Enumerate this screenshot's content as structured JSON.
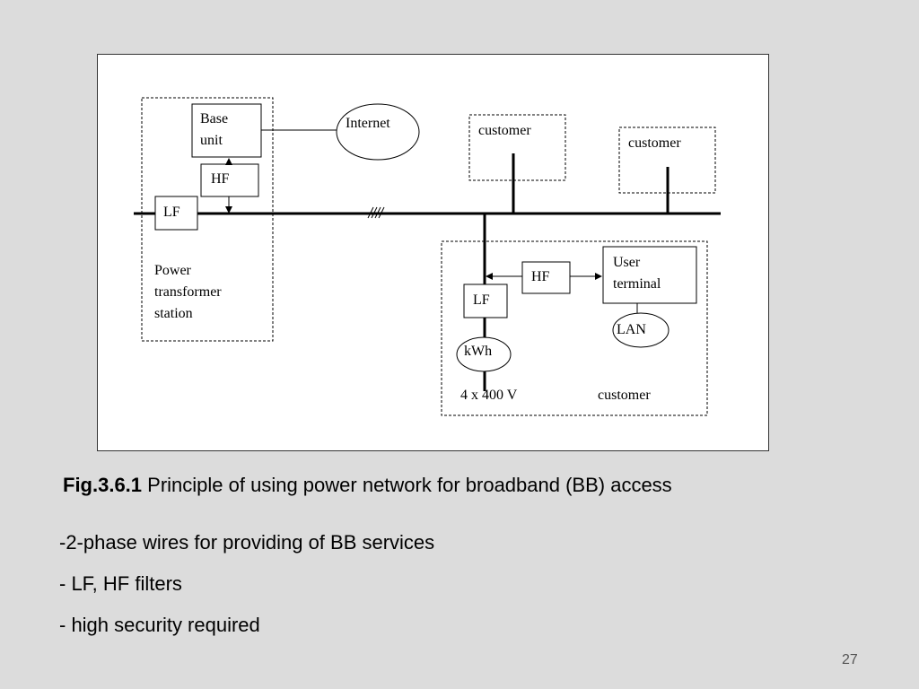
{
  "diagram": {
    "base_unit": [
      "Base",
      "unit"
    ],
    "internet": "Internet",
    "hf_left": "HF",
    "lf_left": "LF",
    "power_station": [
      "Power",
      "transformer",
      "station"
    ],
    "customer_1": "customer",
    "customer_2": "customer",
    "hf_right": "HF",
    "user_terminal": [
      "User",
      "terminal"
    ],
    "lf_right": "LF",
    "lan": "LAN",
    "kwh": "kWh",
    "voltage": "4 x 400 V",
    "customer_3": "customer"
  },
  "caption": {
    "label": "Fig.3.6.1",
    "text": " Principle of using power network for broadband (BB) access"
  },
  "bullets": [
    "-2-phase wires for providing of BB services",
    "- LF, HF filters",
    "- high security required"
  ],
  "page_number": "27"
}
